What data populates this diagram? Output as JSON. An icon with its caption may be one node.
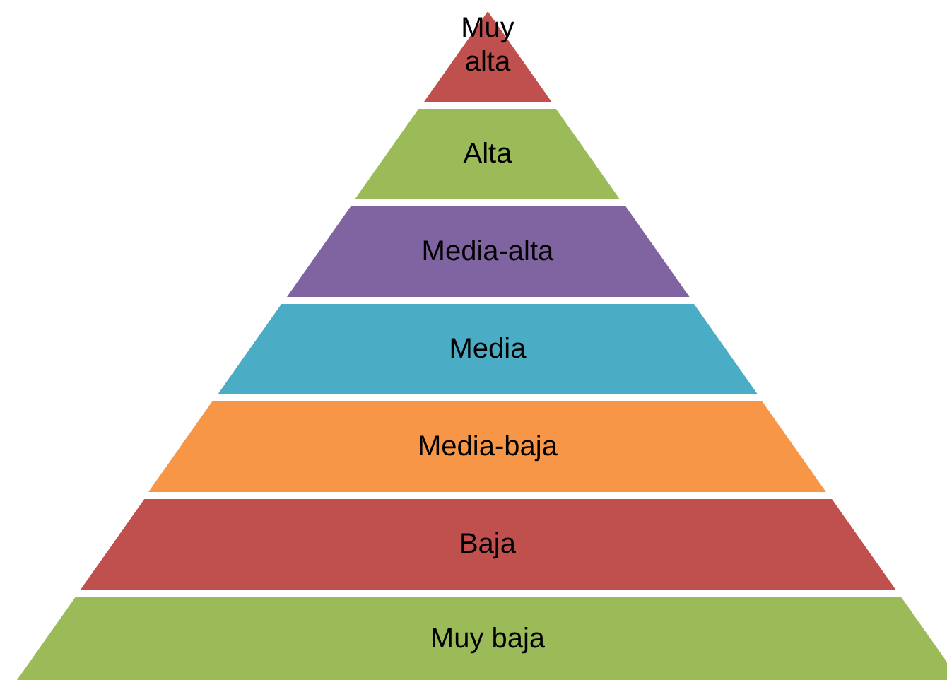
{
  "diagram": {
    "nodes": [
      {
        "text": [
          "Muy alta"
        ]
      },
      {
        "text": [
          "Alta"
        ]
      },
      {
        "text": [
          "Media-alta"
        ]
      },
      {
        "text": [
          "Media"
        ]
      },
      {
        "text": [
          "Media-baja"
        ]
      },
      {
        "text": [
          "Baja"
        ]
      },
      {
        "text": [
          "Muy baja"
        ]
      }
    ]
  }
}
